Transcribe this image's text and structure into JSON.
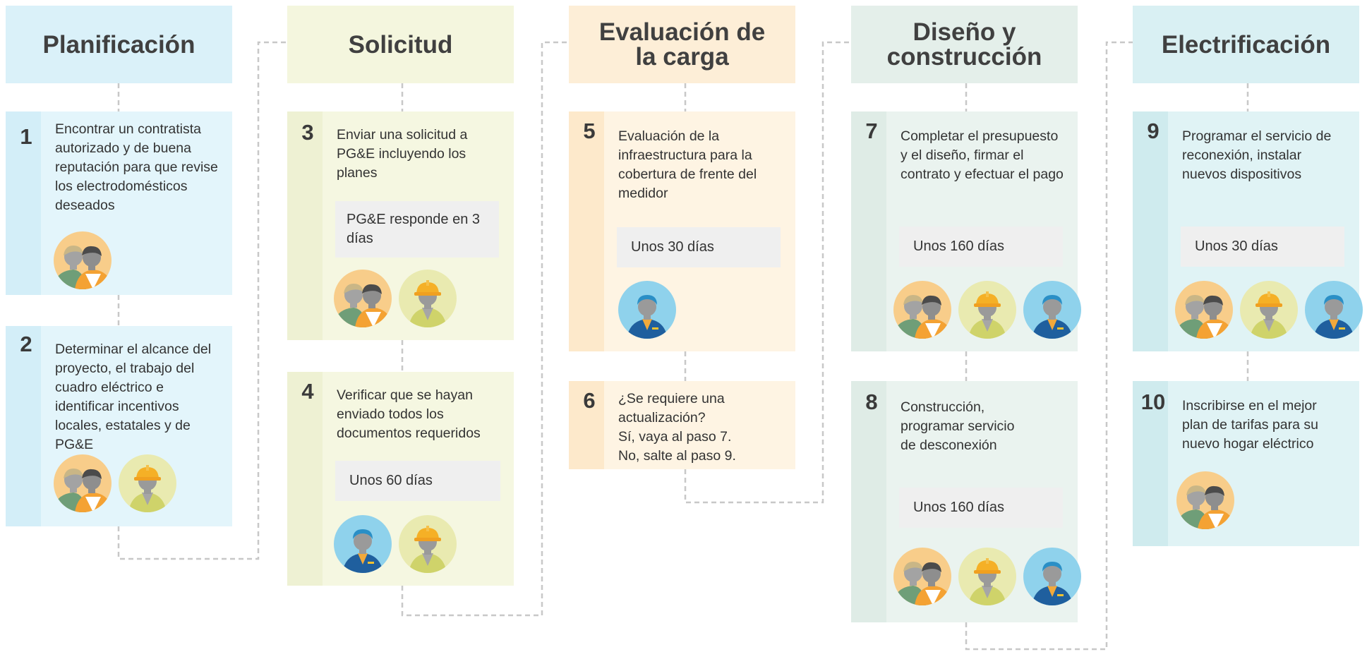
{
  "phases": [
    {
      "title": "Planificación"
    },
    {
      "title": "Solicitud"
    },
    {
      "title": "Evaluación de\nla carga"
    },
    {
      "title": "Diseño y\nconstrucción"
    },
    {
      "title": "Electrificación"
    }
  ],
  "steps": [
    {
      "num": "1",
      "text": "Encontrar un contratista autorizado y de buena reputación para que revise los electrodomésticos deseados",
      "duration": "",
      "people": [
        "homeowners-icon"
      ]
    },
    {
      "num": "2",
      "text": "Determinar el alcance del proyecto, el trabajo del cuadro eléctrico e identificar incentivos locales, estatales y de PG&E",
      "duration": "",
      "people": [
        "homeowners-icon",
        "contractor-icon"
      ]
    },
    {
      "num": "3",
      "text": "Enviar una solicitud a PG&E incluyendo los planes",
      "duration": "PG&E responde en 3 días",
      "people": [
        "homeowners-icon",
        "contractor-icon"
      ]
    },
    {
      "num": "4",
      "text": "Verificar que se hayan enviado todos los documentos requeridos",
      "duration": "Unos 60 días",
      "people": [
        "pge-worker-icon",
        "contractor-icon"
      ]
    },
    {
      "num": "5",
      "text": "Evaluación de la infraestructura para la cobertura de frente del medidor",
      "duration": "Unos 30 días",
      "people": [
        "pge-worker-icon"
      ]
    },
    {
      "num": "6",
      "text": "¿Se requiere una actualización?\nSí, vaya al paso 7.\nNo, salte al paso 9.",
      "duration": "",
      "people": []
    },
    {
      "num": "7",
      "text": "Completar el presupuesto y el diseño, firmar el contrato y efectuar el pago",
      "duration": "Unos 160 días",
      "people": [
        "homeowners-icon",
        "contractor-icon",
        "pge-worker-icon"
      ]
    },
    {
      "num": "8",
      "text": "Construcción,\nprogramar servicio\nde desconexión",
      "duration": "Unos 160 días",
      "people": [
        "homeowners-icon",
        "contractor-icon",
        "pge-worker-icon"
      ]
    },
    {
      "num": "9",
      "text": "Programar el servicio de reconexión, instalar nuevos dispositivos",
      "duration": "Unos 30 días",
      "people": [
        "homeowners-icon",
        "contractor-icon",
        "pge-worker-icon"
      ]
    },
    {
      "num": "10",
      "text": "Inscribirse en el mejor plan de tarifas para su nuevo hogar eléctrico",
      "duration": "",
      "people": [
        "homeowners-icon"
      ]
    }
  ],
  "colors": {
    "connector": "#c8c8c8",
    "text": "#333333",
    "duration_box": "#efefef"
  }
}
